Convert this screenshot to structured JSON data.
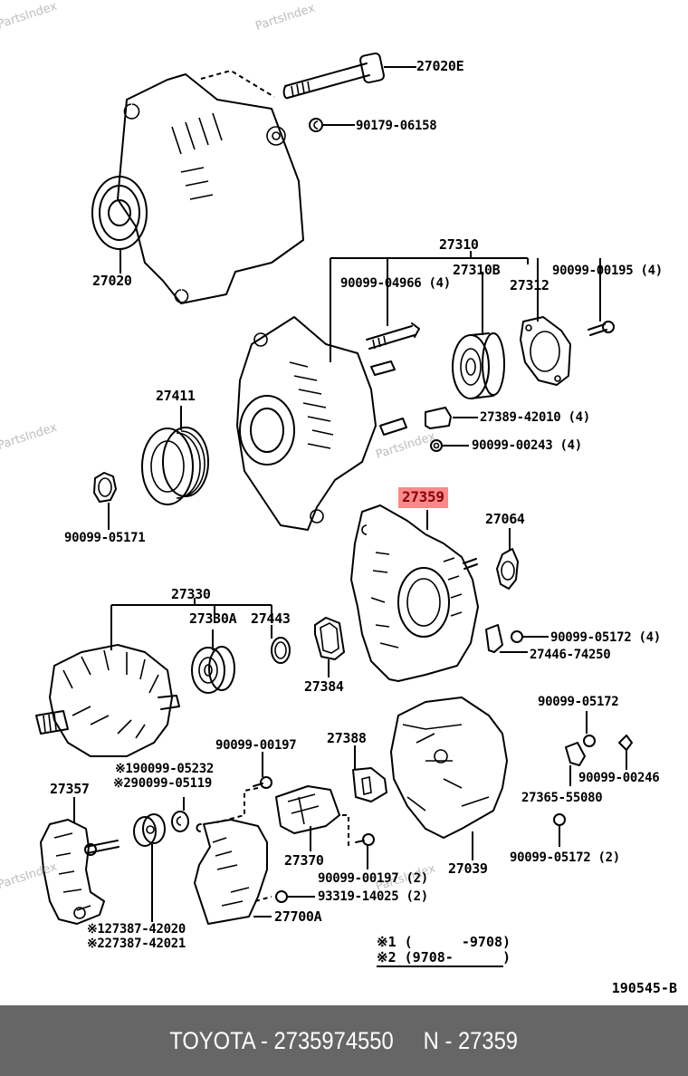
{
  "watermark": "PartsIndex",
  "diagram": {
    "highlight_color": "#f98a8a",
    "highlight_text_color": "#8b0000",
    "parts": {
      "p27020E": "27020E",
      "p90179": "90179-06158",
      "p27020": "27020",
      "p27310": "27310",
      "p90099_04966": "90099-04966 (4)",
      "p27310B": "27310B",
      "p27312": "27312",
      "p90099_00195": "90099-00195 (4)",
      "p27389": "27389-42010 (4)",
      "p90099_00243": "90099-00243 (4)",
      "p27411": "27411",
      "p90099_05171": "90099-05171",
      "p27359": "27359",
      "p27064": "27064",
      "p27330": "27330",
      "p27330A": "27330A",
      "p27443": "27443",
      "p27384": "27384",
      "p90099_05172_4": "90099-05172 (4)",
      "p27446": "27446-74250",
      "p90099_05172": "90099-05172",
      "p90099_00246": "90099-00246",
      "p27365": "27365-55080",
      "p90099_05172_2": "90099-05172 (2)",
      "p90099_00197": "90099-00197",
      "p27388": "27388",
      "p1_90099_05232": "※190099-05232",
      "p2_90099_05119": "※290099-05119",
      "p27357": "27357",
      "p27370": "27370",
      "p27039": "27039",
      "p90099_00197_2": "90099-00197 (2)",
      "p93319": "93319-14025 (2)",
      "p27700A": "27700A",
      "p1_27387_42020": "※127387-42020",
      "p2_27387_42021": "※227387-42021"
    },
    "legend": {
      "row1": "※1 (      -9708)",
      "row2": "※2 (9708-      )"
    },
    "drawing_code": "190545-B"
  },
  "footer": {
    "text": "TOYOTA - 2735974550     N - 27359"
  }
}
